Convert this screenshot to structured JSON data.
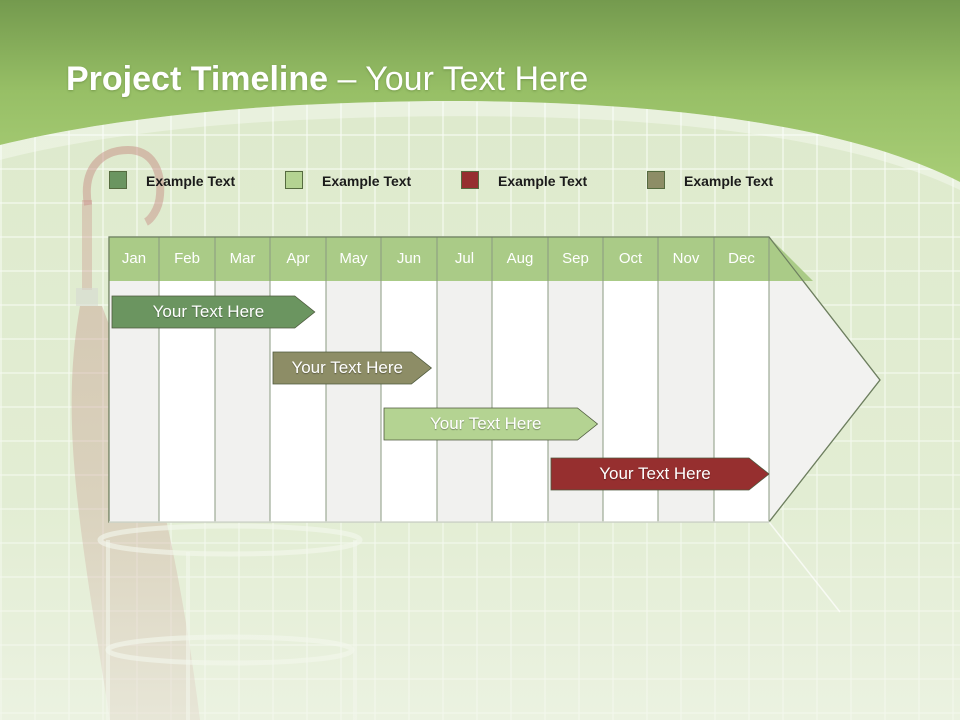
{
  "slide": {
    "title_bold": "Project Timeline",
    "title_rest": " – Your Text Here"
  },
  "legend": [
    {
      "label": "Example Text",
      "color": "#6b9560"
    },
    {
      "label": "Example Text",
      "color": "#b4d392"
    },
    {
      "label": "Example Text",
      "color": "#962f2f"
    },
    {
      "label": "Example Text",
      "color": "#8d8d66"
    }
  ],
  "timeline": {
    "months": [
      "Jan",
      "Feb",
      "Mar",
      "Apr",
      "May",
      "Jun",
      "Jul",
      "Aug",
      "Sep",
      "Oct",
      "Nov",
      "Dec"
    ],
    "header_color": "#aacb87",
    "tasks": [
      {
        "label": "Your  Text Here",
        "start": 0.0,
        "end": 3.8,
        "color": "#6b9560"
      },
      {
        "label": "Your  Text Here",
        "start": 3.0,
        "end": 5.9,
        "color": "#8d8d66"
      },
      {
        "label": "Your  Text Here",
        "start": 5.0,
        "end": 8.9,
        "color": "#b4d392"
      },
      {
        "label": "Your  Text Here",
        "start": 8.0,
        "end": 12.0,
        "color": "#962f2f"
      }
    ]
  }
}
